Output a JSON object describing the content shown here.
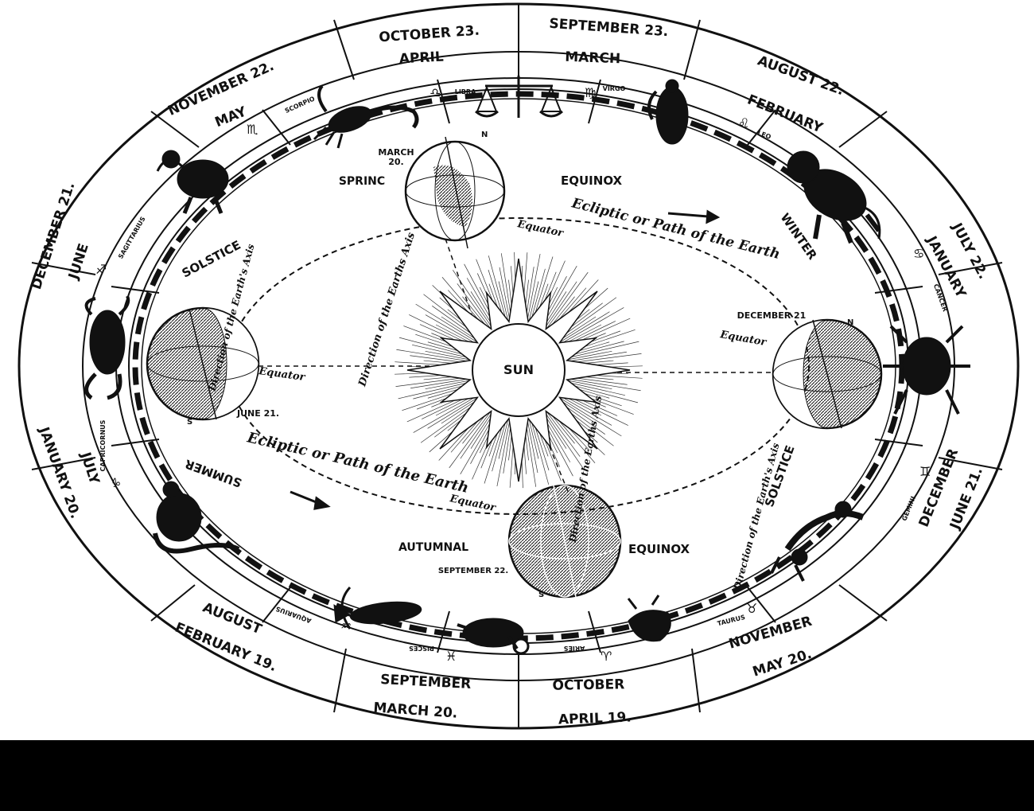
{
  "outer_ring": {
    "top": [
      "OCTOBER 23.",
      "SEPTEMBER 23.",
      "AUGUST 22.",
      "JULY 22.",
      "JUNE 21.",
      "MAY 20.",
      "APRIL 19.",
      "MARCH 20.",
      "FEBRUARY 19.",
      "JANUARY 20.",
      "DECEMBER 21.",
      "NOVEMBER 22."
    ]
  },
  "middle_ring": {
    "months": [
      "APRIL",
      "MARCH",
      "FEBRUARY",
      "JANUARY",
      "DECEMBER",
      "NOVEMBER",
      "OCTOBER",
      "SEPTEMBER",
      "AUGUST",
      "JULY",
      "JUNE",
      "MAY"
    ]
  },
  "zodiac": {
    "names": [
      "LIBRA",
      "VIRGO",
      "LEO",
      "CANCER",
      "GEMINI",
      "TAURUS",
      "ARIES",
      "PISCES",
      "AQUARIUS",
      "CAPRICORNUS",
      "SAGITTARIUS",
      "SCORPIO"
    ],
    "symbols": [
      "♎",
      "♍",
      "♌",
      "♋",
      "♊",
      "♉",
      "♈",
      "♓",
      "♒",
      "♑",
      "♐",
      "♏"
    ]
  },
  "labels": {
    "sun": "SUN",
    "spring": "SPRINC",
    "equinox_top": "EQUINOX",
    "march_date": "MARCH",
    "march_day": "20.",
    "winter": "WINTER",
    "december_date": "DECEMBER 21",
    "solstice_left": "SOLSTICE",
    "june_date": "JUNE 21.",
    "summer": "SUMMER",
    "solstice_right": "SOLSTICE",
    "autumnal": "AUTUMNAL",
    "equinox_bottom": "EQUINOX",
    "september_date": "SEPTEMBER 22.",
    "ecliptic_top": "Ecliptic or Path of the Earth",
    "ecliptic_bottom": "Ecliptic or Path of the Earth",
    "equator": "Equator",
    "direction_axis": "Direction of the Earths Axis",
    "direction_axis_left": "Direction of the Earth's Axis",
    "north": "N",
    "south": "S"
  },
  "colors": {
    "ink": "#111111",
    "paper": "#ffffff",
    "footer": "#000000"
  }
}
